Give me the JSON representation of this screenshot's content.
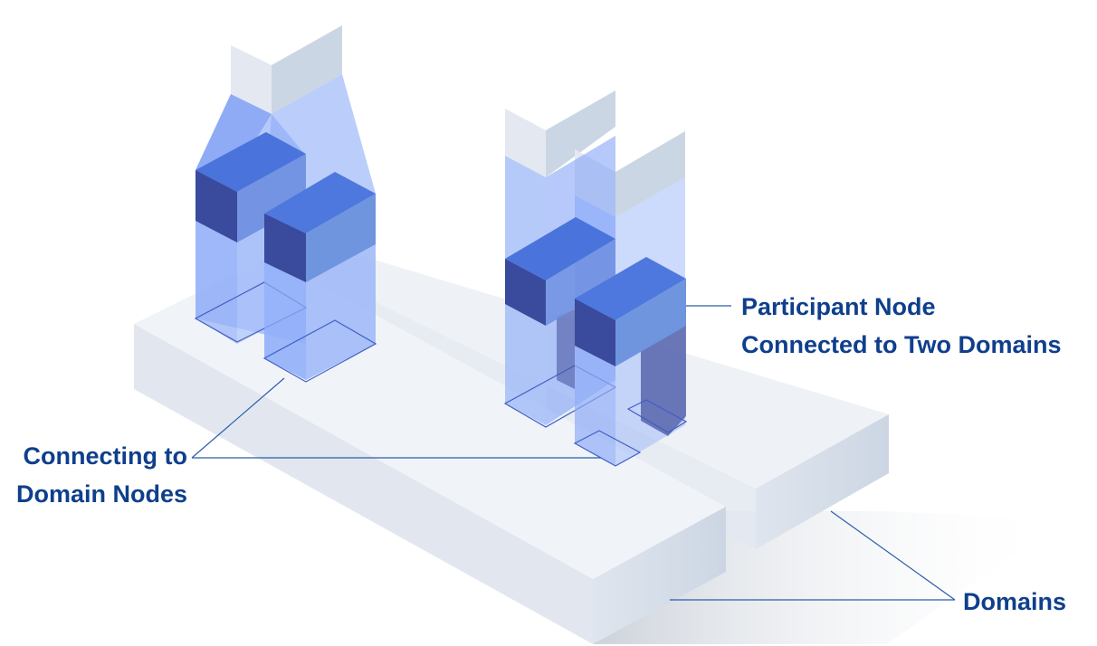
{
  "labels": {
    "participant_node": {
      "line1": "Participant Node",
      "line2": "Connected to Two Domains"
    },
    "connecting": {
      "line1": "Connecting to",
      "line2": "Domain Nodes"
    },
    "domains": "Domains"
  },
  "colors": {
    "label_text": "#0f3f8c",
    "leader_line": "#2a5eaa",
    "slab_top": "#e6eaf1",
    "slab_side": "#d5dde8",
    "beam_fill": "#7496f4",
    "node_top": "#4a74dc",
    "node_left": "#3a4a9c",
    "node_right": "#6e96e0",
    "cap_left": "#e4e9f1",
    "cap_right": "#cbd6e4"
  }
}
